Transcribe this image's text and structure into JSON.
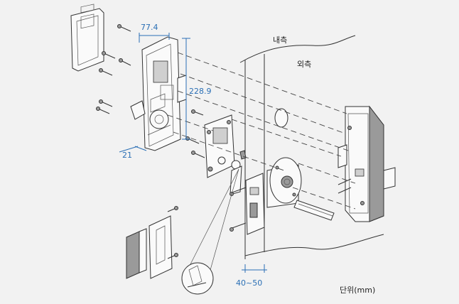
{
  "labels": {
    "inside": "내측",
    "outside": "외측",
    "unit": "단위(mm)"
  },
  "dimensions": {
    "width": "77.4",
    "height": "228.9",
    "depth": "21",
    "door_thickness": "40~50"
  },
  "colors": {
    "dimension": "#2a6fb5",
    "line": "#333333",
    "background": "#f2f2f2"
  }
}
